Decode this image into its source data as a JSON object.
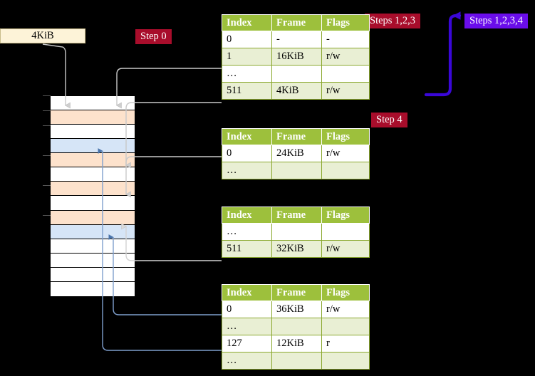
{
  "diagram": {
    "title_box": {
      "label": "4KiB"
    },
    "badges": [
      {
        "name": "step-0",
        "label": "Step 0",
        "color": "#a80d2b",
        "style": "red"
      },
      {
        "name": "steps-123",
        "label": "Steps 1,2,3",
        "color": "#a80d2b",
        "style": "red"
      },
      {
        "name": "steps-1234",
        "label": "Steps 1,2,3,4",
        "color": "#6a0dea",
        "style": "blue"
      },
      {
        "name": "step-4",
        "label": "Step 4",
        "color": "#a80d2b",
        "style": "red"
      }
    ],
    "colors": {
      "header_green": "#9dc03c",
      "row_alt": "#e9efd4",
      "highlight": "#ffff99",
      "frame_orange": "#fde2cc",
      "frame_blue": "#d6e5f7",
      "wire_gray": "#c9c9c9",
      "wire_blue": "#7f9fce",
      "arrow_blue": "#4a74ab",
      "bracket_purple": "#3a07d8"
    },
    "tables": [
      {
        "name": "page-table-level-1",
        "columns": [
          "Index",
          "Frame",
          "Flags"
        ],
        "rows": [
          {
            "cells": [
              "0",
              "-",
              "-"
            ],
            "shade": "odd",
            "highlight": false
          },
          {
            "cells": [
              "1",
              "16KiB",
              "r/w"
            ],
            "shade": "even",
            "highlight": false
          },
          {
            "cells": [
              "…",
              "",
              ""
            ],
            "shade": "odd",
            "highlight": false
          },
          {
            "cells": [
              "511",
              "4KiB",
              "r/w"
            ],
            "shade": "even",
            "highlight": true
          }
        ]
      },
      {
        "name": "page-table-level-2",
        "columns": [
          "Index",
          "Frame",
          "Flags"
        ],
        "rows": [
          {
            "cells": [
              "0",
              "24KiB",
              "r/w"
            ],
            "shade": "odd",
            "highlight": false
          },
          {
            "cells": [
              "…",
              "",
              ""
            ],
            "shade": "even",
            "highlight": false
          }
        ]
      },
      {
        "name": "page-table-level-3",
        "columns": [
          "Index",
          "Frame",
          "Flags"
        ],
        "rows": [
          {
            "cells": [
              "…",
              "",
              ""
            ],
            "shade": "odd",
            "highlight": false
          },
          {
            "cells": [
              "511",
              "32KiB",
              "r/w"
            ],
            "shade": "even",
            "highlight": false
          }
        ]
      },
      {
        "name": "page-table-level-4",
        "columns": [
          "Index",
          "Frame",
          "Flags"
        ],
        "rows": [
          {
            "cells": [
              "0",
              "36KiB",
              "r/w"
            ],
            "shade": "odd",
            "highlight": false
          },
          {
            "cells": [
              "…",
              "",
              ""
            ],
            "shade": "even",
            "highlight": false
          },
          {
            "cells": [
              "127",
              "12KiB",
              "r"
            ],
            "shade": "odd",
            "highlight": false
          },
          {
            "cells": [
              "…",
              "",
              ""
            ],
            "shade": "even",
            "highlight": false
          }
        ]
      }
    ],
    "memory_column": {
      "name": "physical-memory-frames",
      "rows": [
        {
          "fill": "white"
        },
        {
          "fill": "orange"
        },
        {
          "fill": "white"
        },
        {
          "fill": "blue"
        },
        {
          "fill": "orange"
        },
        {
          "fill": "white"
        },
        {
          "fill": "orange"
        },
        {
          "fill": "white"
        },
        {
          "fill": "orange"
        },
        {
          "fill": "blue"
        },
        {
          "fill": "white"
        },
        {
          "fill": "white"
        },
        {
          "fill": "white"
        },
        {
          "fill": "white"
        }
      ]
    }
  }
}
